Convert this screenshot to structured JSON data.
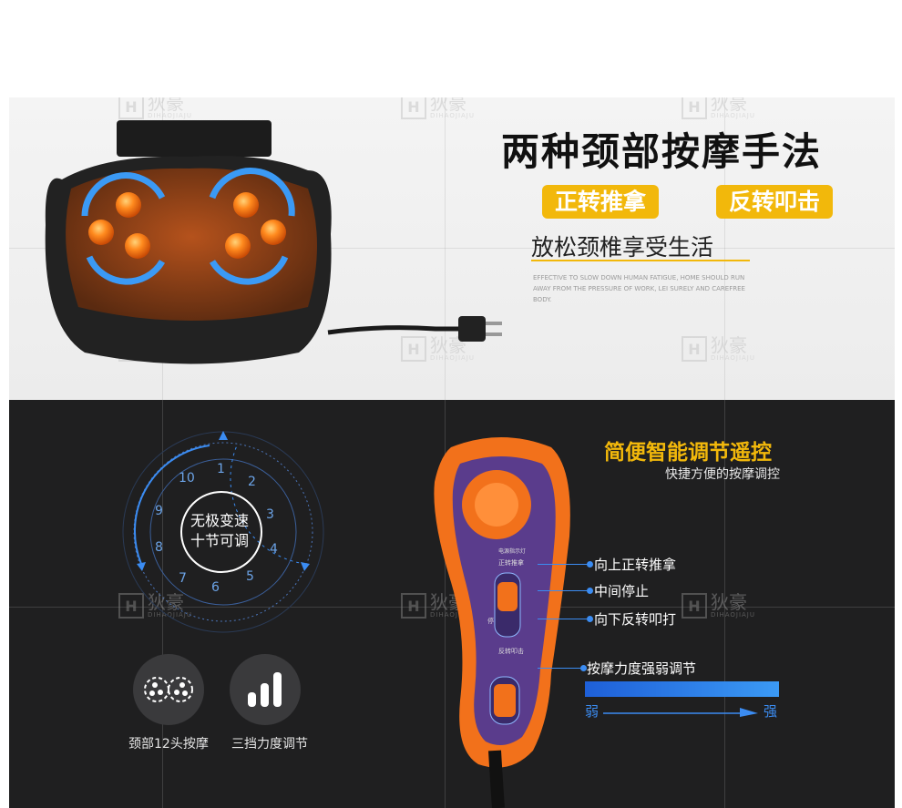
{
  "brand": {
    "watermark_cn": "狄豪",
    "watermark_en": "DIHAOJIAJU"
  },
  "top": {
    "title": "两种颈部按摩手法",
    "badge_left": "正转推拿",
    "badge_right": "反转叩击",
    "subtitle": "放松颈椎享受生活",
    "english": "EFFECTIVE TO SLOW DOWN HUMAN FATIGUE, HOME SHOULD RUN AWAY FROM THE PRESSURE OF WORK, LEI SURELY AND CAREFREE BODY."
  },
  "dial": {
    "center_line1": "无极变速",
    "center_line2": "十节可调",
    "numbers": [
      "1",
      "2",
      "3",
      "4",
      "5",
      "6",
      "7",
      "8",
      "9",
      "10"
    ]
  },
  "remote": {
    "title": "简便智能调节遥控",
    "subtitle": "快捷方便的按摩调控",
    "label_up": "向上正转推拿",
    "label_mid": "中间停止",
    "label_down": "向下反转叩打",
    "label_strength": "按摩力度强弱调节",
    "weak": "弱",
    "strong": "强",
    "panel_top": "电源指示灯",
    "panel_forward": "正转推拿",
    "panel_stop": "停",
    "panel_reverse": "反转叩击"
  },
  "features": [
    {
      "label": "颈部12头按摩",
      "icon": "massage-heads-icon"
    },
    {
      "label": "三挡力度调节",
      "icon": "strength-bars-icon"
    }
  ],
  "colors": {
    "accent": "#f2b80b",
    "blue": "#3b8cf2",
    "orange": "#f2711b",
    "purple": "#5a3c8c"
  }
}
